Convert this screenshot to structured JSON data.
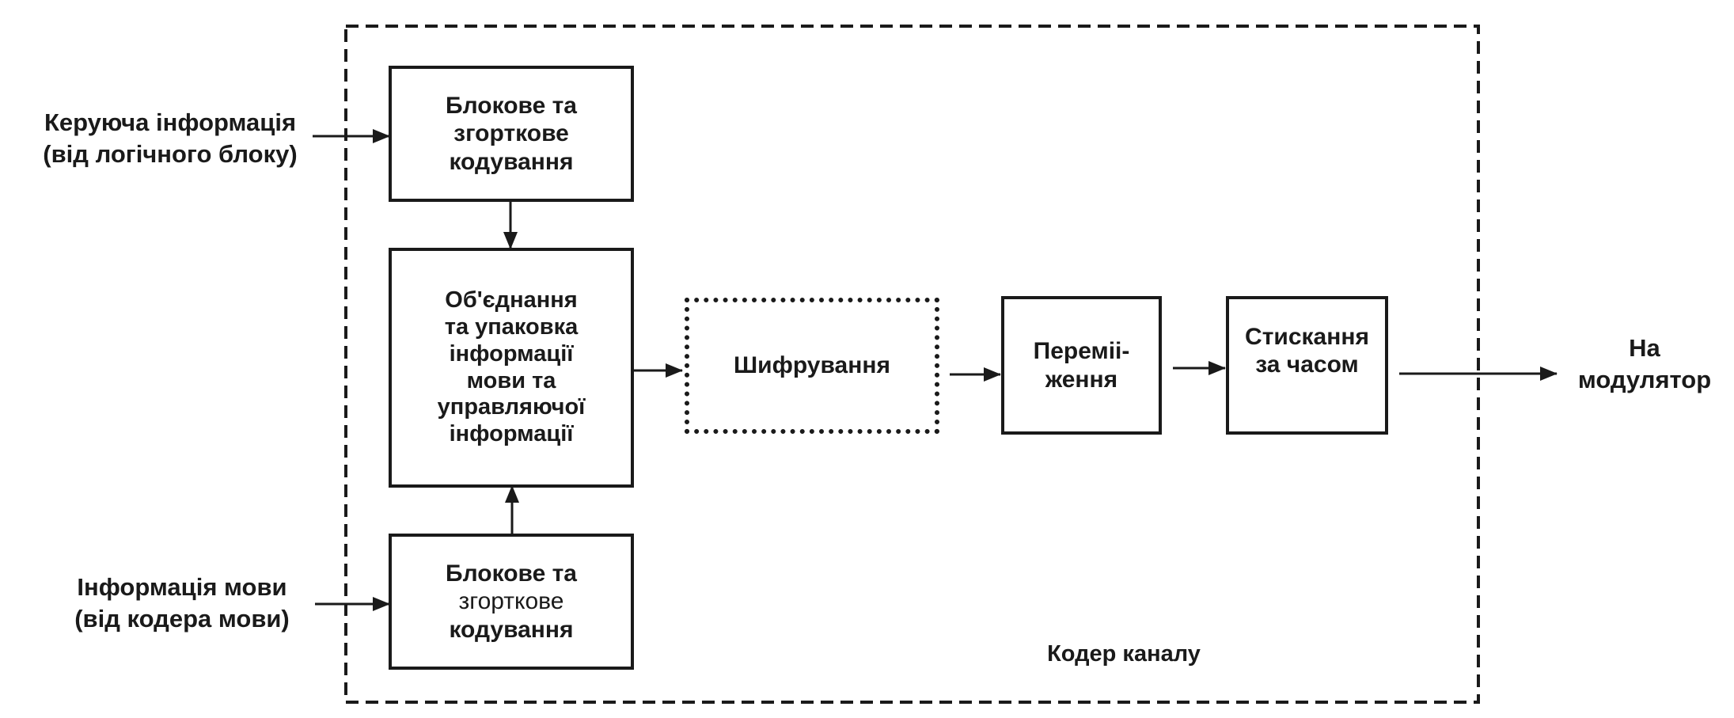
{
  "diagram": {
    "container_label": "Кодер каналу",
    "inputs": {
      "control": [
        "Керуюча інформація",
        "(від логічного блоку)"
      ],
      "speech": [
        "Інформація мови",
        "(від кодера мови)"
      ]
    },
    "output": [
      "На",
      "модулятор"
    ],
    "blocks": {
      "coding_top": [
        "Блокове та",
        "згорткове",
        "кодування"
      ],
      "merge": [
        "Об'єднання",
        "та упаковка",
        "інформації",
        "мови  та",
        "управляючої",
        "інформації"
      ],
      "encrypt": [
        "Шифрування"
      ],
      "interleave": [
        "Переміі-",
        "ження"
      ],
      "compress": [
        "Стискання",
        "за часом"
      ],
      "coding_bottom": [
        "Блокове та",
        "згорткове",
        "кодування"
      ]
    }
  }
}
